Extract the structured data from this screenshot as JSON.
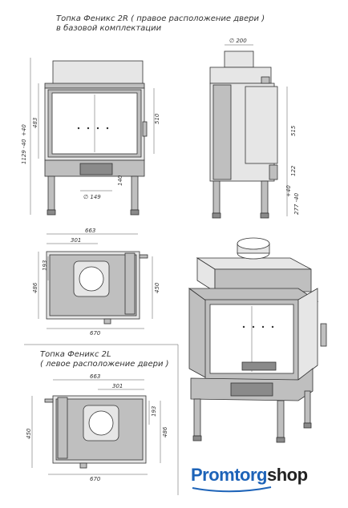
{
  "title_right": {
    "line1": "Топка Феникс 2R ( правое расположение двери )",
    "line2": "в базовой комплектации"
  },
  "title_left": {
    "line1": "Топка Феникс 2L",
    "line2": "( левое расположение двери )"
  },
  "dims": {
    "flue_diam_side": "∅ 200",
    "flue_diam_front": "∅ 149",
    "h_total": "1129 -40",
    "h_total_plus": "+40",
    "h_front": "483",
    "h_glass": "510",
    "h_side": "515",
    "h_ash": "122",
    "h_leg": "277 -40",
    "h_leg_plus": "+40",
    "ash_w": "140",
    "top_w": "663",
    "top_offset": "301",
    "top_depth": "193",
    "top_h": "486",
    "top_right_h": "450",
    "top_bottom_w": "670",
    "bot_w": "663",
    "bot_offset": "301",
    "bot_h": "450",
    "bot_depth": "193",
    "bot_right_h": "486",
    "bot_bottom_w": "670"
  },
  "brand": {
    "part1": "Promtorg",
    "part2": "shop",
    "color1": "#1d63b8",
    "color2": "#222222"
  }
}
